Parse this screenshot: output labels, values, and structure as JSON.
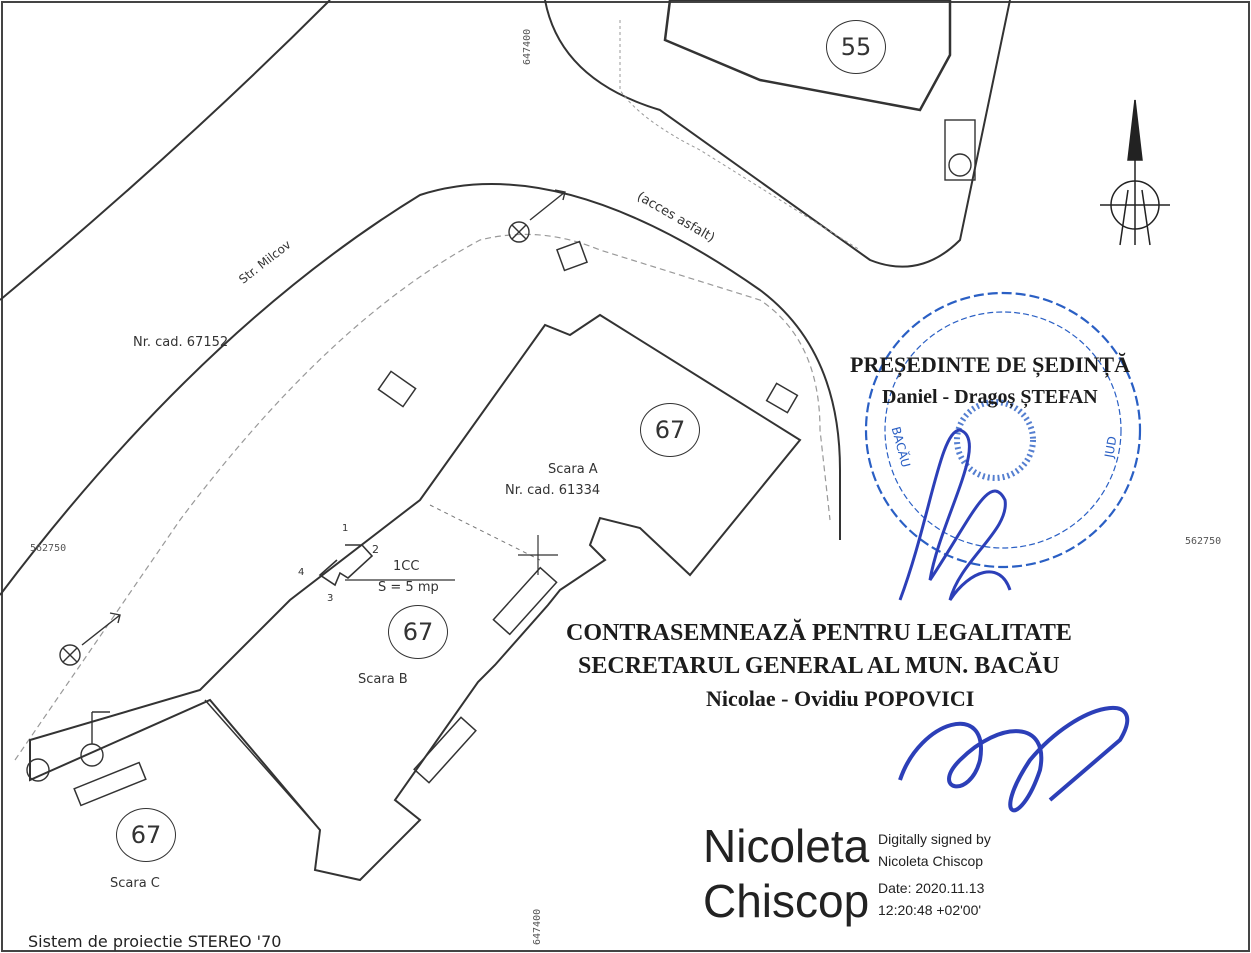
{
  "street": "Str. Milcov",
  "access_label": "(acces asfalt)",
  "neighbor_parcel": "Nr. cad. 67152",
  "building_numbers": [
    "55",
    "67",
    "67",
    "67"
  ],
  "staircase_a": {
    "name": "Scara A",
    "cadastre": "Nr. cad. 61334"
  },
  "staircase_b": "Scara B",
  "staircase_c": "Scara C",
  "unit": {
    "code": "1CC",
    "area": "S = 5 mp",
    "corners": [
      "1",
      "2",
      "3",
      "4"
    ]
  },
  "coordinates": {
    "north_top": "647400",
    "north_bottom": "647400",
    "east_left": "562750",
    "east_right": "562750"
  },
  "projection": "Sistem de proiectie STEREO '70",
  "stamp_texts": {
    "title": "PREȘEDINTE DE ȘEDINȚĂ",
    "name": "Daniel - Dragoș ȘTEFAN",
    "stamp_ring": [
      "BACĂU",
      "JUD"
    ]
  },
  "countersign": {
    "line1": "CONTRASEMNEAZĂ PENTRU LEGALITATE",
    "line2": "SECRETARUL GENERAL AL MUN. BACĂU",
    "line3": "Nicolae - Ovidiu POPOVICI"
  },
  "digital_signature": {
    "first_name": "Nicoleta",
    "last_name": "Chiscop",
    "line1": "Digitally signed by",
    "line2": "Nicoleta Chiscop",
    "line3": "Date: 2020.11.13",
    "line4": "12:20:48 +02'00'"
  },
  "colors": {
    "ink": "#222222",
    "stamp_blue": "#2a5fc4",
    "signature_blue": "#2c3fb8"
  }
}
